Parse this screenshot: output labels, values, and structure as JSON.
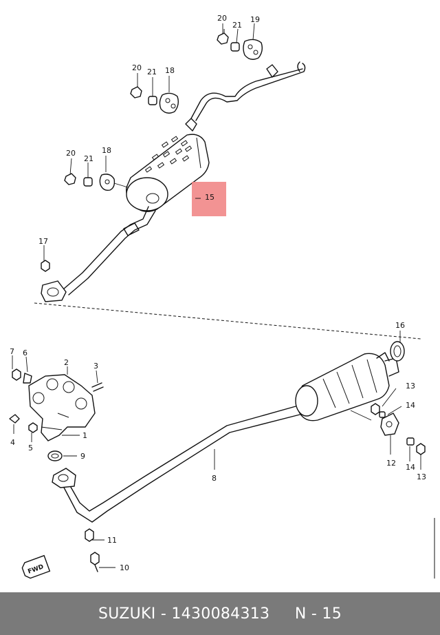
{
  "diagram": {
    "highlight_label": "15",
    "callouts": {
      "c1": "1",
      "c2": "2",
      "c3": "3",
      "c4": "4",
      "c5": "5",
      "c6": "6",
      "c7": "7",
      "c8": "8",
      "c9": "9",
      "c10": "10",
      "c11": "11",
      "c12": "12",
      "c13a": "13",
      "c13b": "13",
      "c14a": "14",
      "c14b": "14",
      "c16": "16",
      "c17": "17",
      "c18a": "18",
      "c18b": "18",
      "c19": "19",
      "c20a": "20",
      "c20b": "20",
      "c20c": "20",
      "c21a": "21",
      "c21b": "21",
      "c21c": "21"
    },
    "fwd_label": "FWD",
    "colors": {
      "highlight": "#f08080",
      "footer_bg": "#7a7a7a"
    }
  },
  "footer": {
    "brand": "SUZUKI",
    "sep": " - ",
    "part_number": "1430084313",
    "ref": "N - 15"
  }
}
